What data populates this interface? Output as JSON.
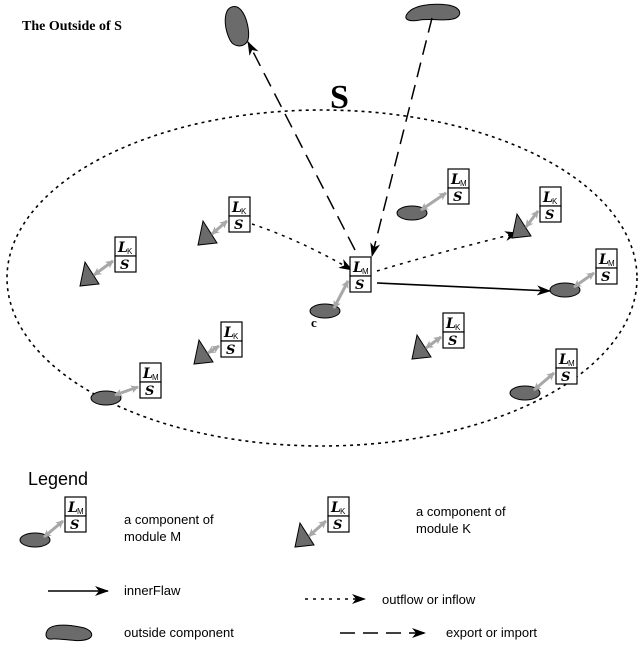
{
  "outside_label": "The Outside of S",
  "system_label": "S",
  "c_label": "c",
  "box_top_letter": "L",
  "box_bottom_letter": "S",
  "module_M": "M",
  "module_K": "K",
  "legend": {
    "title": "Legend",
    "component_m": [
      "a component of",
      "module M"
    ],
    "component_k": [
      "a component of",
      "module K"
    ],
    "inner_flow": "innerFlaw",
    "outflow_inflow": "outflow or inflow",
    "outside_component": "outside component",
    "export_import": "export or import"
  },
  "colors": {
    "shape_fill": "#6b6b6b",
    "shape_stroke": "#000000",
    "link_arrow": "#a8a8a8"
  }
}
